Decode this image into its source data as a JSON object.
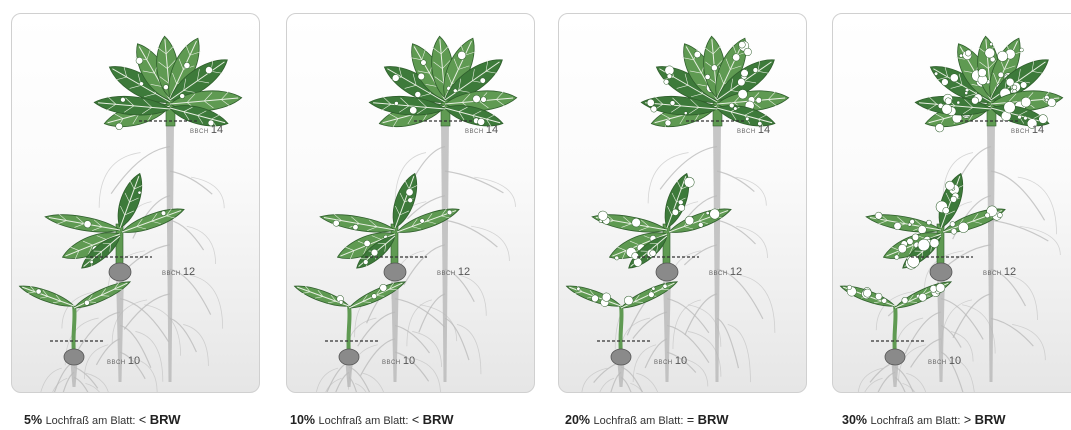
{
  "panels": [
    {
      "damage": 0.05,
      "stages": [
        {
          "prefix": "BBCH",
          "number": "14"
        },
        {
          "prefix": "BBCH",
          "number": "12"
        },
        {
          "prefix": "BBCH",
          "number": "10"
        }
      ],
      "caption": {
        "percent": "5%",
        "text": "Lochfraß am Blatt:",
        "op": "<",
        "threshold": "BRW"
      }
    },
    {
      "damage": 0.1,
      "stages": [
        {
          "prefix": "BBCH",
          "number": "14"
        },
        {
          "prefix": "BBCH",
          "number": "12"
        },
        {
          "prefix": "BBCH",
          "number": "10"
        }
      ],
      "caption": {
        "percent": "10%",
        "text": "Lochfraß am Blatt:",
        "op": "<",
        "threshold": "BRW"
      }
    },
    {
      "damage": 0.2,
      "stages": [
        {
          "prefix": "BBCH",
          "number": "14"
        },
        {
          "prefix": "BBCH",
          "number": "12"
        },
        {
          "prefix": "BBCH",
          "number": "10"
        }
      ],
      "caption": {
        "percent": "20%",
        "text": "Lochfraß am Blatt:",
        "op": "=",
        "threshold": "BRW"
      }
    },
    {
      "damage": 0.3,
      "stages": [
        {
          "prefix": "BBCH",
          "number": "14"
        },
        {
          "prefix": "BBCH",
          "number": "12"
        },
        {
          "prefix": "BBCH",
          "number": "10"
        }
      ],
      "caption": {
        "percent": "30%",
        "text": "Lochfraß am Blatt:",
        "op": ">",
        "threshold": "BRW"
      }
    }
  ],
  "colors": {
    "leaf": "#5f9a52",
    "leaf_dark": "#3d7a3a",
    "vein": "#e8efe2",
    "root": "#b8b8b8",
    "tuber": "#8a8a8a"
  }
}
